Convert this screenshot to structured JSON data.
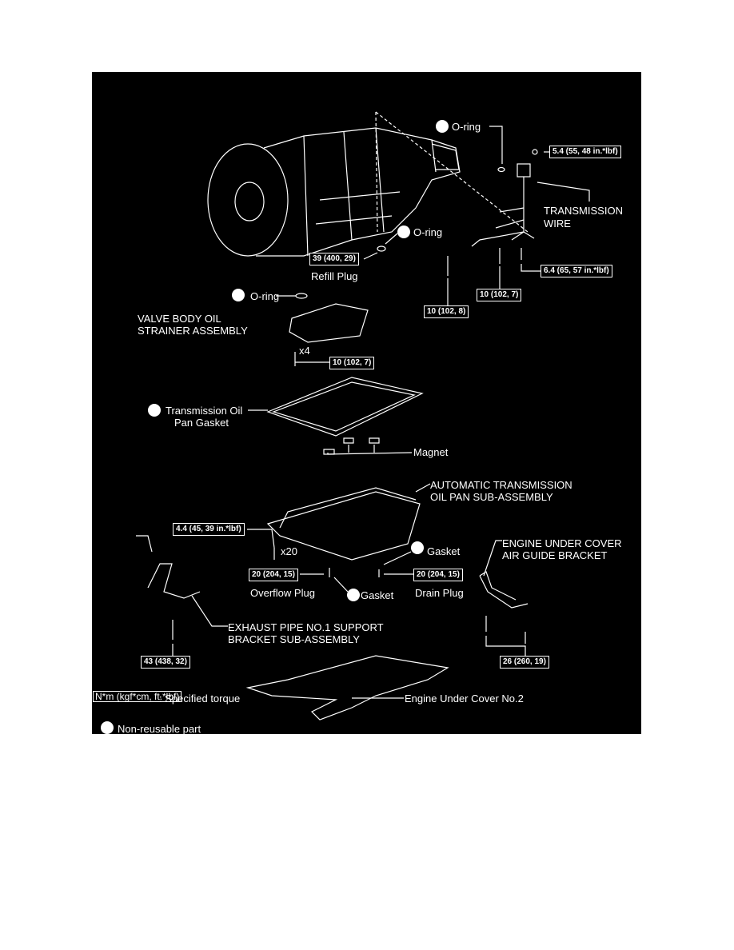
{
  "colors": {
    "background": "#000000",
    "foreground": "#ffffff"
  },
  "labels": {
    "oring_top": "O-ring",
    "torque_connector": "5.4 (55, 48 in.*lbf)",
    "transmission_wire": [
      "TRANSMISSION",
      "WIRE"
    ],
    "oring_refill": "O-ring",
    "torque_refill": "39 (400, 29)",
    "refill_plug": "Refill Plug",
    "torque_wire_a": "6.4 (65, 57 in.*lbf)",
    "torque_wire_b": "10 (102, 7)",
    "torque_wire_c": "10 (102, 8)",
    "oring_strainer": "O-ring",
    "strainer": [
      "VALVE BODY OIL",
      "STRAINER ASSEMBLY"
    ],
    "strainer_qty": "x4",
    "torque_strainer": "10 (102, 7)",
    "pan_gasket": [
      "Transmission Oil",
      "Pan Gasket"
    ],
    "magnet": "Magnet",
    "oil_pan": [
      "AUTOMATIC TRANSMISSION",
      "OIL PAN SUB-ASSEMBLY"
    ],
    "torque_pan": "4.4 (45, 39 in.*lbf)",
    "pan_qty": "x20",
    "gasket_drain": "Gasket",
    "air_guide": [
      "ENGINE UNDER COVER",
      "AIR GUIDE BRACKET"
    ],
    "torque_overflow": "20 (204, 15)",
    "overflow_plug": "Overflow Plug",
    "gasket_overflow": "Gasket",
    "torque_drain": "20 (204, 15)",
    "drain_plug": "Drain Plug",
    "exhaust_bracket": [
      "EXHAUST PIPE NO.1 SUPPORT",
      "BRACKET SUB-ASSEMBLY"
    ],
    "torque_exhaust": "43 (438, 32)",
    "torque_air_guide": "26 (260, 19)",
    "under_cover": "Engine Under Cover No.2"
  },
  "legend": {
    "torque_unit": "N*m (kgf*cm, ft.*lbf)",
    "torque_desc": ": Specified torque",
    "non_reusable": "Non-reusable part"
  }
}
